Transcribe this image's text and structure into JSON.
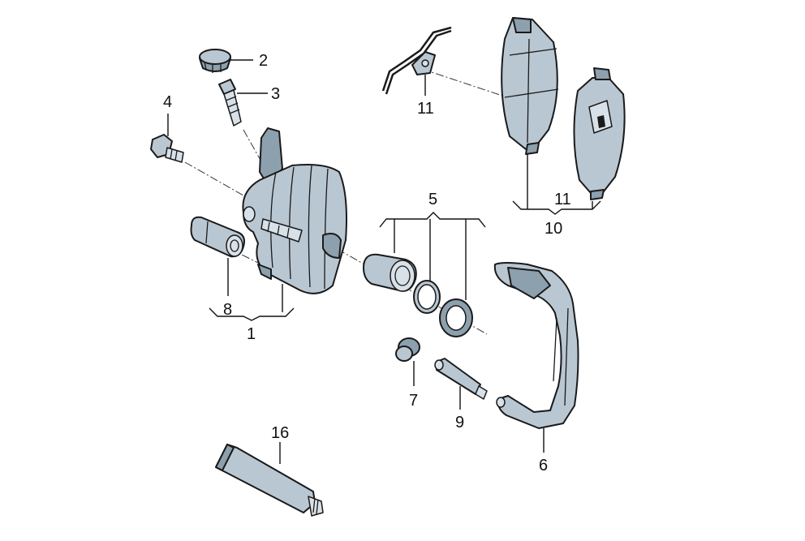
{
  "callouts": {
    "c1": "1",
    "c2": "2",
    "c3": "3",
    "c4": "4",
    "c5": "5",
    "c6": "6",
    "c7": "7",
    "c8": "8",
    "c9": "9",
    "c10": "10",
    "c11_clip": "11",
    "c11_pads": "11",
    "c16": "16"
  },
  "colors": {
    "part_fill": "#b9c7d2",
    "part_shadow": "#8da0ae",
    "outline": "#1a1a1a",
    "background": "#ffffff"
  }
}
